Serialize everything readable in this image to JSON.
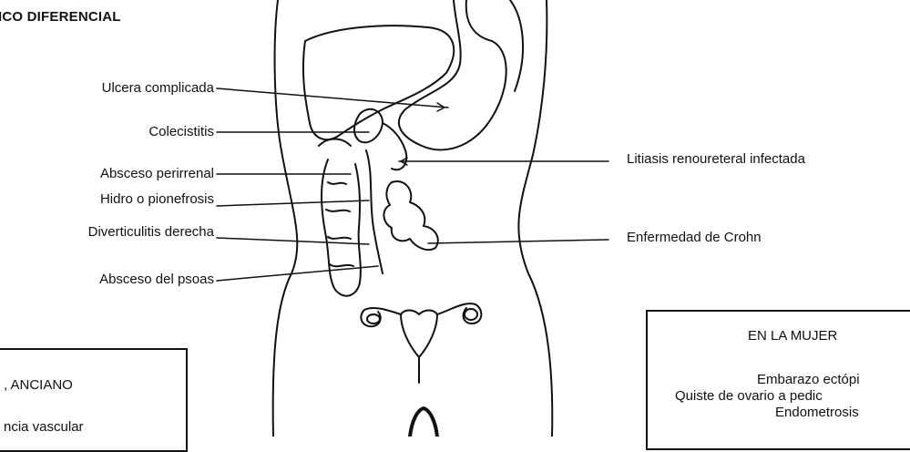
{
  "diagram": {
    "title": "ICO DIFERENCIAL",
    "left_labels": [
      "Ulcera complicada",
      "Colecistitis",
      "Absceso perirrenal",
      "Hidro o pionefrosis",
      "Diverticulitis derecha",
      "Absceso del psoas"
    ],
    "right_labels": [
      "Litiasis renoureteral infectada",
      "Enfermedad de Crohn"
    ]
  },
  "box_anciano": {
    "heading": ", ANCIANO",
    "line1": "ncia vascular"
  },
  "box_mujer": {
    "heading": "EN LA MUJER",
    "items": [
      "Embarazo ectópi",
      "Quiste de ovario a pedic",
      "Endometrosis"
    ]
  }
}
